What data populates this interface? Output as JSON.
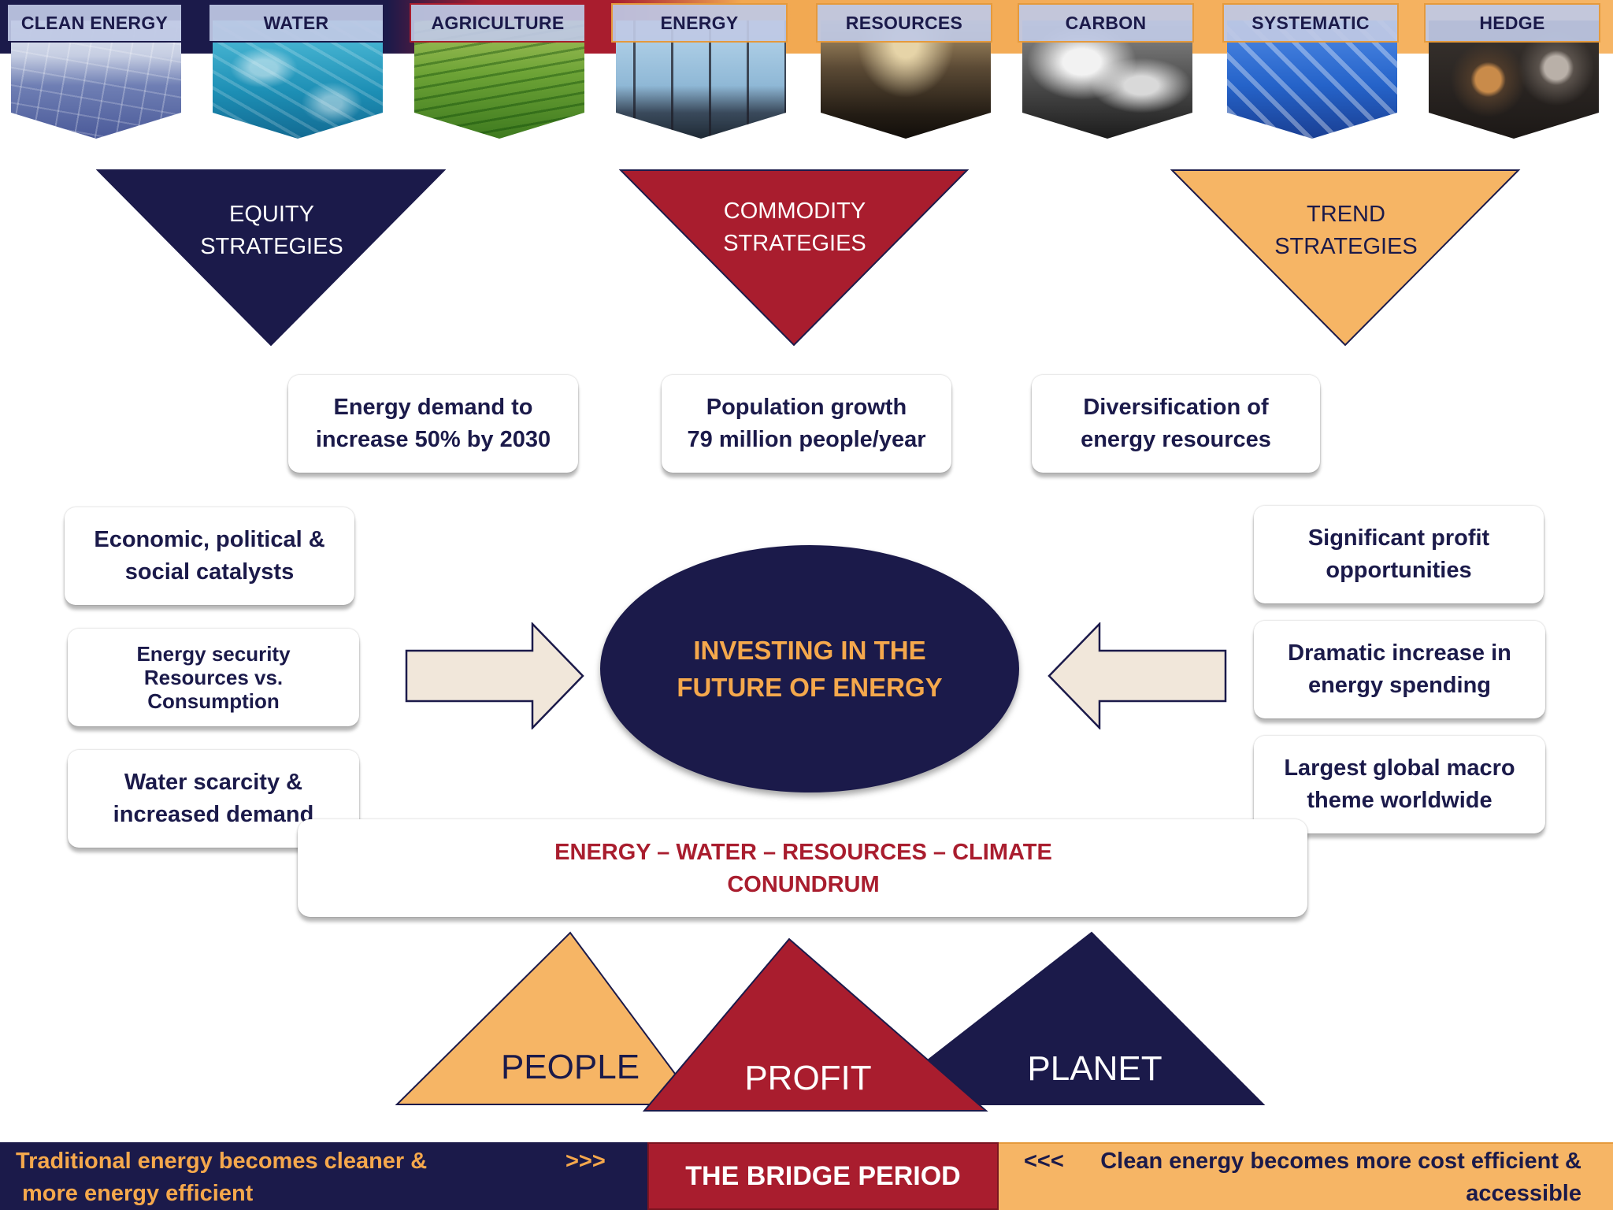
{
  "themes": [
    "CLEAN ENERGY",
    "WATER",
    "AGRICULTURE",
    "ENERGY",
    "RESOURCES",
    "CARBON",
    "SYSTEMATIC",
    "HEDGE"
  ],
  "strategies": {
    "equity": [
      "EQUITY",
      "STRATEGIES"
    ],
    "commodity": [
      "COMMODITY",
      "STRATEGIES"
    ],
    "trend": [
      "TREND",
      "STRATEGIES"
    ]
  },
  "drivers": {
    "energy_demand": [
      "Energy demand to",
      "increase 50% by 2030"
    ],
    "population": [
      "Population growth",
      "79 million people/year"
    ],
    "diversification": [
      "Diversification of",
      "energy resources"
    ]
  },
  "left_factors": {
    "catalysts": [
      "Economic, political &",
      "social catalysts"
    ],
    "security": [
      "Energy security",
      "Resources vs.",
      "Consumption"
    ],
    "water": [
      "Water scarcity &",
      "increased demand"
    ]
  },
  "right_factors": {
    "profit": [
      "Significant profit",
      "opportunities"
    ],
    "spending": [
      "Dramatic increase in",
      "energy spending"
    ],
    "macro": [
      "Largest global macro",
      "theme worldwide"
    ]
  },
  "center": [
    "INVESTING IN THE",
    "FUTURE OF ENERGY"
  ],
  "conundrum": [
    "ENERGY – WATER – RESOURCES – CLIMATE",
    "CONUNDRUM"
  ],
  "pillars": {
    "people": "PEOPLE",
    "profit": "PROFIT",
    "planet": "PLANET"
  },
  "footer": {
    "left": [
      "Traditional energy becomes  cleaner &",
      "more energy efficient"
    ],
    "left_arrows": ">>>",
    "middle": "THE BRIDGE PERIOD",
    "right_arrows": "<<<",
    "right": [
      "Clean energy becomes more cost efficient &",
      "accessible"
    ]
  },
  "colors": {
    "navy": "#1b1a4a",
    "crimson": "#a91d2e",
    "orange": "#f6b565",
    "gold_text": "#f5a84c",
    "arrow_fill": "#f1e7da"
  }
}
